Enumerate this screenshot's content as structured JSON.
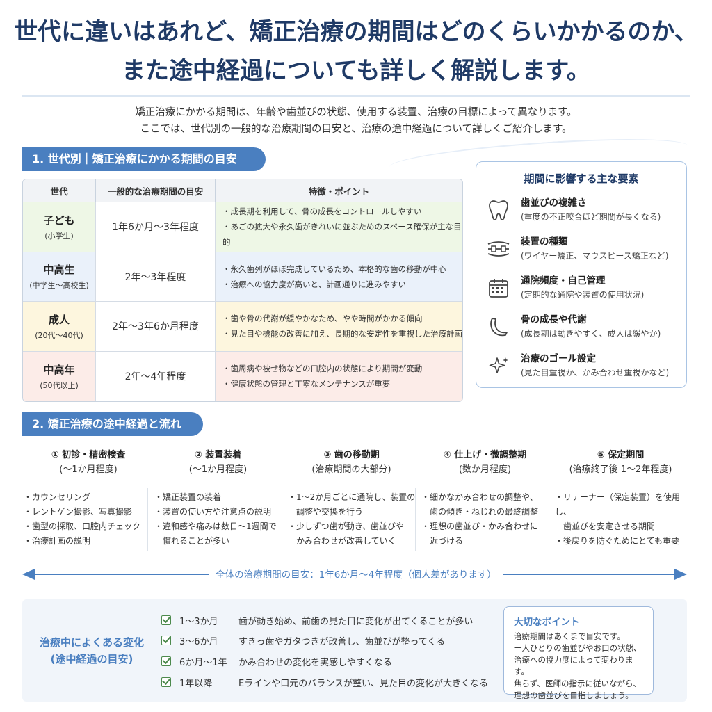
{
  "headline": {
    "line1": "世代に違いはあれど、矯正治療の期間はどのくらいかかるのか、",
    "line2": "また途中経過についても詳しく解説します。"
  },
  "intro": {
    "line1": "矯正治療にかかる期間は、年齢や歯並びの状態、使用する装置、治療の目標によって異なります。",
    "line2": "ここでは、世代別の一般的な治療期間の目安と、治療の途中経過について詳しくご紹介します。"
  },
  "section1": {
    "title": "1. 世代別｜矯正治療にかかる期間の目安"
  },
  "table": {
    "headers": [
      "世代",
      "一般的な治療期間の目安",
      "特徴・ポイント"
    ],
    "rows": [
      {
        "name": "子ども",
        "sub": "(小学生)",
        "period": "1年6か月〜3年程度",
        "color": "#eef7e6",
        "points": [
          "・成長期を利用して、骨の成長をコントロールしやすい",
          "・あごの拡大や永久歯がきれいに並ぶためのスペース確保が主な目的"
        ]
      },
      {
        "name": "中高生",
        "sub": "(中学生〜高校生)",
        "period": "2年〜3年程度",
        "color": "#eaf1fa",
        "points": [
          "・永久歯列がほぼ完成しているため、本格的な歯の移動が中心",
          "・治療への協力度が高いと、計画通りに進みやすい"
        ]
      },
      {
        "name": "成人",
        "sub": "(20代〜40代)",
        "period": "2年〜3年6か月程度",
        "color": "#fdf6de",
        "points": [
          "・歯や骨の代謝が緩やかなため、やや時間がかかる傾向",
          "・見た目や機能の改善に加え、長期的な安定性を重視した治療計画"
        ]
      },
      {
        "name": "中高年",
        "sub": "(50代以上)",
        "period": "2年〜4年程度",
        "color": "#fcece8",
        "points": [
          "・歯周病や被せ物などの口腔内の状態により期間が変動",
          "・健康状態の管理と丁寧なメンテナンスが重要"
        ]
      }
    ]
  },
  "factors": {
    "title": "期間に影響する主な要素",
    "items": [
      {
        "icon": "tooth-icon",
        "title": "歯並びの複雑さ",
        "desc": "(重度の不正咬合ほど期間が長くなる)"
      },
      {
        "icon": "braces-icon",
        "title": "装置の種類",
        "desc": "(ワイヤー矯正、マウスピース矯正など)"
      },
      {
        "icon": "calendar-icon",
        "title": "通院頻度・自己管理",
        "desc": "(定期的な通院や装置の使用状況)"
      },
      {
        "icon": "jaw-icon",
        "title": "骨の成長や代謝",
        "desc": "(成長期は動きやすく、成人は緩やか)"
      },
      {
        "icon": "sparkle-icon",
        "title": "治療のゴール設定",
        "desc": "(見た目重視か、かみ合わせ重視かなど)"
      }
    ]
  },
  "section2": {
    "title": "2. 矯正治療の途中経過と流れ"
  },
  "steps": [
    {
      "title": "① 初診・精密検査",
      "sub": "(〜1か月程度)",
      "color": "#f9dcdf",
      "notes": [
        "・カウンセリング",
        "・レントゲン撮影、写真撮影",
        "・歯型の採取、口腔内チェック",
        "・治療計画の説明"
      ]
    },
    {
      "title": "② 装置装着",
      "sub": "(〜1か月程度)",
      "color": "#fbe3d0",
      "notes": [
        "・矯正装置の装着",
        "・装置の使い方や注意点の説明",
        "・違和感や痛みは数日〜1週間で",
        "　慣れることが多い"
      ]
    },
    {
      "title": "③ 歯の移動期",
      "sub": "(治療期間の大部分)",
      "color": "#fbeec6",
      "notes": [
        "・1〜2か月ごとに通院し、装置の",
        "　調整や交換を行う",
        "・少しずつ歯が動き、歯並びや",
        "　かみ合わせが改善していく"
      ]
    },
    {
      "title": "④ 仕上げ・微調整期",
      "sub": "(数か月程度)",
      "color": "#dff0d2",
      "notes": [
        "・細かなかみ合わせの調整や、",
        "　歯の傾き・ねじれの最終調整",
        "・理想の歯並び・かみ合わせに",
        "　近づける"
      ]
    },
    {
      "title": "⑤ 保定期間",
      "sub": "(治療終了後 1〜2年程度)",
      "color": "#d8e6f6",
      "notes": [
        "・リテーナー（保定装置）を使用し、",
        "　歯並びを安定させる期間",
        "・後戻りを防ぐためにとても重要"
      ]
    }
  ],
  "total": {
    "label": "全体の治療期間の目安：1年6か月〜4年程度（個人差があります）"
  },
  "changes": {
    "title_line1": "治療中によくある変化",
    "title_line2": "(途中経過の目安)",
    "items": [
      {
        "period": "1〜3か月",
        "text": "歯が動き始め、前歯の見た目に変化が出てくることが多い"
      },
      {
        "period": "3〜6か月",
        "text": "すきっ歯やガタつきが改善し、歯並びが整ってくる"
      },
      {
        "period": "6か月〜1年",
        "text": "かみ合わせの変化を実感しやすくなる"
      },
      {
        "period": "1年以降",
        "text": "Eラインや口元のバランスが整い、見た目の変化が大きくなる"
      }
    ]
  },
  "point": {
    "title": "大切なポイント",
    "body": "治療期間はあくまで目安です。\n一人ひとりの歯並びやお口の状態、\n治療への協力度によって変わります。\n焦らず、医師の指示に従いながら、\n理想の歯並びを目指しましょう。"
  },
  "colors": {
    "navy": "#1f3a66",
    "accent": "#4a7fc0",
    "check": "#4d8a4d"
  }
}
